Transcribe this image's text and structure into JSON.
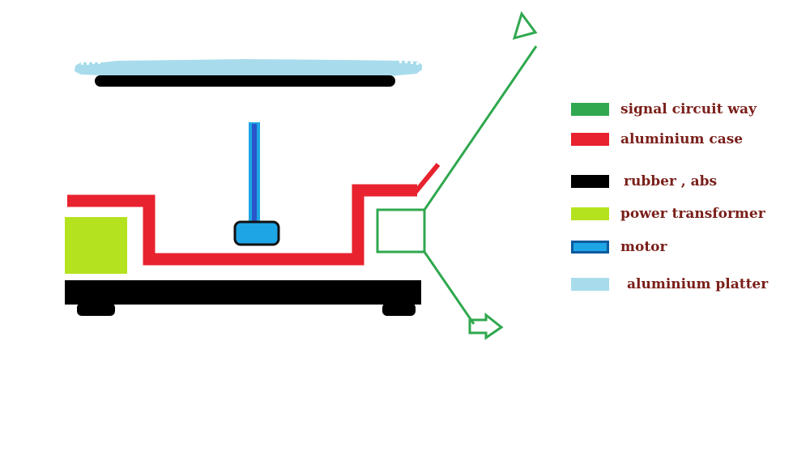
{
  "colors": {
    "signal": "#2fa84f",
    "case": "#e8222e",
    "rubber": "#000000",
    "transformer": "#b5e21e",
    "motor_fill": "#1ea5e6",
    "motor_border": "#0d5a9e",
    "motor_shaft": "#2a55c9",
    "platter": "#a8dcec",
    "legend_text": "#7a1f1a"
  },
  "legend": [
    {
      "label": "signal circuit way",
      "color": "#2fa84f"
    },
    {
      "label": "aluminium case",
      "color": "#e8222e"
    },
    {
      "label": "rubber , abs",
      "color": "#000000"
    },
    {
      "label": "power transformer",
      "color": "#b5e21e"
    },
    {
      "label": "motor",
      "color": "#1ea5e6",
      "border": "#0d5a9e"
    },
    {
      "label": "aluminium platter",
      "color": "#a8dcec"
    }
  ]
}
